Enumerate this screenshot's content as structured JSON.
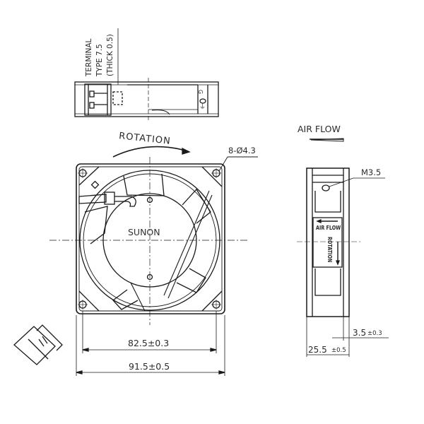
{
  "drawing": {
    "brand": "SUNON",
    "terminal_note": {
      "line1": "TERMINAL",
      "line2": "TYPE 7.5",
      "line3": "(THICK 0.5)"
    },
    "rotation_label": "ROTATION",
    "mounting_holes": "8-Ø4.3",
    "airflow_label": "AIR FLOW",
    "screw_label": "M3.5",
    "side_label_airflow": "AIR FLOW",
    "side_label_rotation": "ROTATION",
    "top_symbols": {
      "g": "G",
      "ground": "⏚"
    },
    "dimensions": {
      "hole_spacing": "82.5±0.3",
      "overall_width": "91.5±0.5",
      "depth_value": "25.5",
      "depth_tol": "±0.5",
      "flange_value": "3.5",
      "flange_tol": "±0.3"
    },
    "colors": {
      "line": "#1a1a1a",
      "background": "#ffffff"
    }
  }
}
